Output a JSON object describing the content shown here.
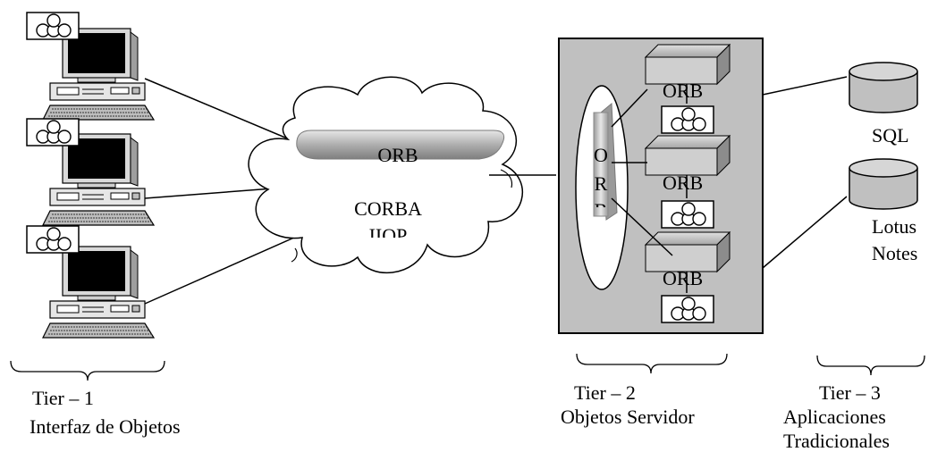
{
  "cloud": {
    "orb_label": "ORB",
    "line1": "CORBA",
    "line2": "IIOP"
  },
  "server": {
    "orb_vertical": [
      "O",
      "R",
      "B"
    ],
    "orb_labels": [
      "ORB",
      "ORB",
      "ORB"
    ]
  },
  "databases": [
    {
      "label": "SQL"
    },
    {
      "label_line1": "Lotus",
      "label_line2": "Notes"
    }
  ],
  "tiers": [
    {
      "title": "Tier – 1",
      "desc": "Interfaz de Objetos"
    },
    {
      "title": "Tier – 2",
      "desc": "Objetos Servidor"
    },
    {
      "title": "Tier – 3",
      "desc_line1": "Aplicaciones",
      "desc_line2": "Tradicionales"
    }
  ],
  "colors": {
    "panel": "#c0c0c0",
    "orb_bar": "#a8a8a8",
    "box_gray": "#bdbdbd",
    "monitor_screen": "#000000"
  },
  "icons": [
    "desktop-computer-icon",
    "object-cluster-icon",
    "database-cylinder-icon"
  ]
}
